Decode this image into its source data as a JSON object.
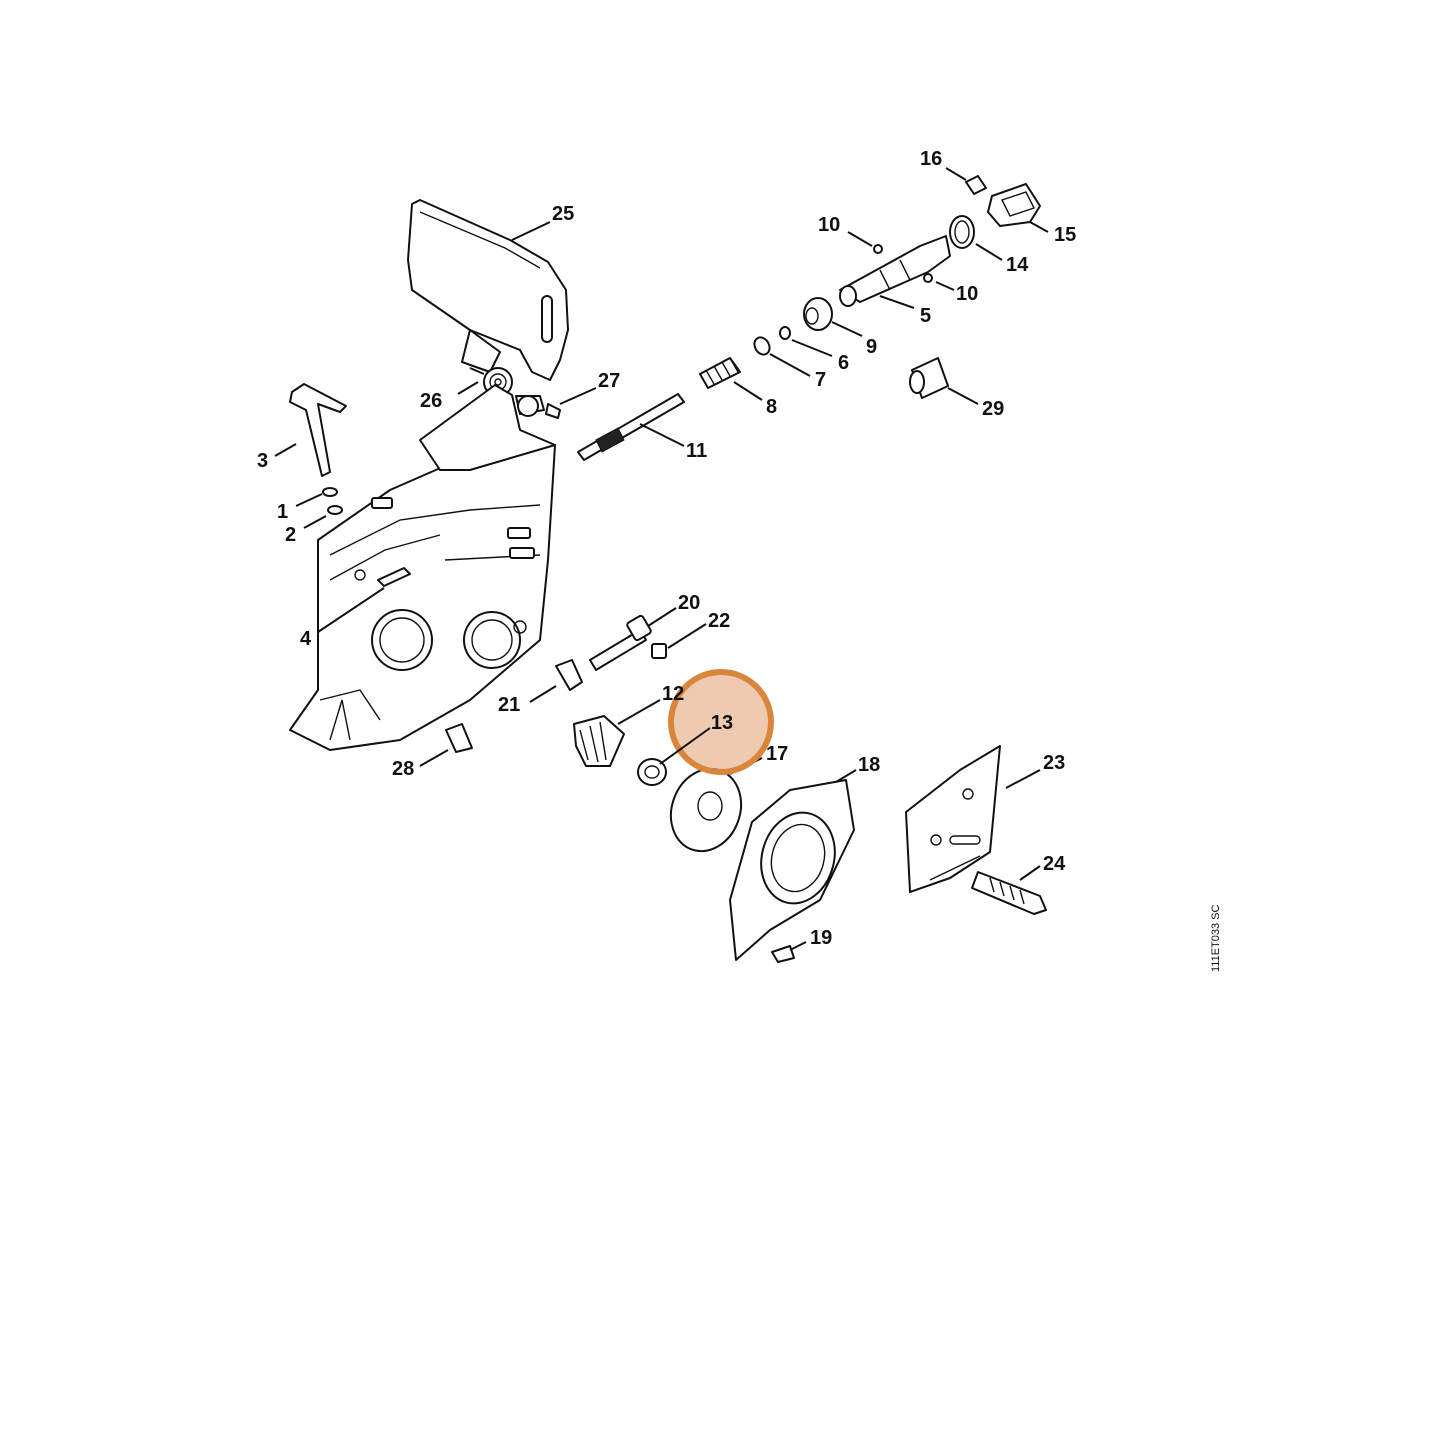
{
  "diagram": {
    "drawing_code": "111ET033 SC",
    "highlight": {
      "label": "13",
      "color": "#E0A070"
    },
    "callouts": [
      {
        "id": "1",
        "label": "1"
      },
      {
        "id": "2",
        "label": "2"
      },
      {
        "id": "3",
        "label": "3"
      },
      {
        "id": "4",
        "label": "4"
      },
      {
        "id": "5",
        "label": "5"
      },
      {
        "id": "6",
        "label": "6"
      },
      {
        "id": "7",
        "label": "7"
      },
      {
        "id": "8",
        "label": "8"
      },
      {
        "id": "9",
        "label": "9"
      },
      {
        "id": "10a",
        "label": "10"
      },
      {
        "id": "10b",
        "label": "10"
      },
      {
        "id": "11",
        "label": "11"
      },
      {
        "id": "12",
        "label": "12"
      },
      {
        "id": "14",
        "label": "14"
      },
      {
        "id": "15",
        "label": "15"
      },
      {
        "id": "16",
        "label": "16"
      },
      {
        "id": "17",
        "label": "17"
      },
      {
        "id": "18",
        "label": "18"
      },
      {
        "id": "19",
        "label": "19"
      },
      {
        "id": "20",
        "label": "20"
      },
      {
        "id": "21",
        "label": "21"
      },
      {
        "id": "22",
        "label": "22"
      },
      {
        "id": "23",
        "label": "23"
      },
      {
        "id": "24",
        "label": "24"
      },
      {
        "id": "25",
        "label": "25"
      },
      {
        "id": "26",
        "label": "26"
      },
      {
        "id": "27",
        "label": "27"
      },
      {
        "id": "28",
        "label": "28"
      },
      {
        "id": "29",
        "label": "29"
      }
    ]
  }
}
